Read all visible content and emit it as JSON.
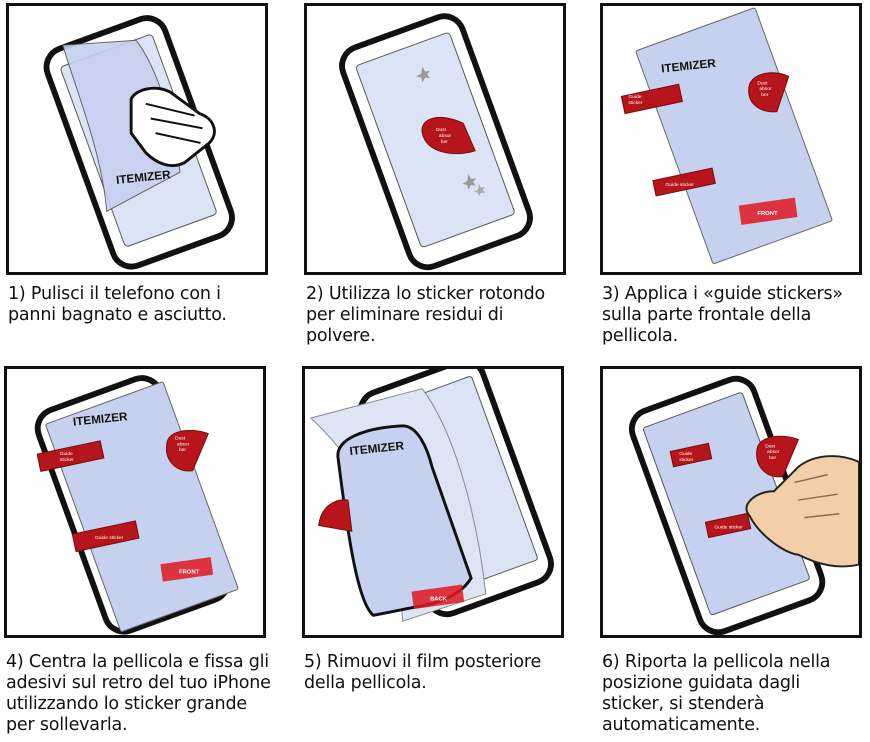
{
  "brand": "ITEMIZER",
  "colors": {
    "sticker": "#b5151b",
    "film": "#c6d0ef",
    "screen": "#dbe4f4",
    "frame": "#111111"
  },
  "stickers": {
    "dust": [
      "Dust",
      "absor",
      "ber"
    ],
    "guide_top": [
      "Guide",
      "sticker"
    ],
    "guide_bottom": "Guide sticker",
    "front": "FRONT",
    "back": "BACK"
  },
  "steps": [
    {
      "icon": "cleaning-hand-icon",
      "caption": "1) Pulisci il telefono con i\npanni bagnato e asciutto."
    },
    {
      "icon": "dust-sticker-icon",
      "caption": "2) Utilizza lo sticker rotondo\nper eliminare residui di\npolvere."
    },
    {
      "icon": "guide-sticker-icon",
      "caption": "3) Applica i «guide stickers»\nsulla parte frontale della\npellicola."
    },
    {
      "icon": "align-film-icon",
      "caption": "4) Centra la pellicola e fissa gli\nadesivi sul retro del tuo iPhone\nutilizzando lo sticker grande\nper sollevarla."
    },
    {
      "icon": "peel-film-icon",
      "caption": "5) Rimuovi il film posteriore\ndella pellicola."
    },
    {
      "icon": "press-finger-icon",
      "caption": "6) Riporta la pellicola nella\nposizione guidata dagli\nsticker, si stenderà\nautomaticamente."
    }
  ]
}
